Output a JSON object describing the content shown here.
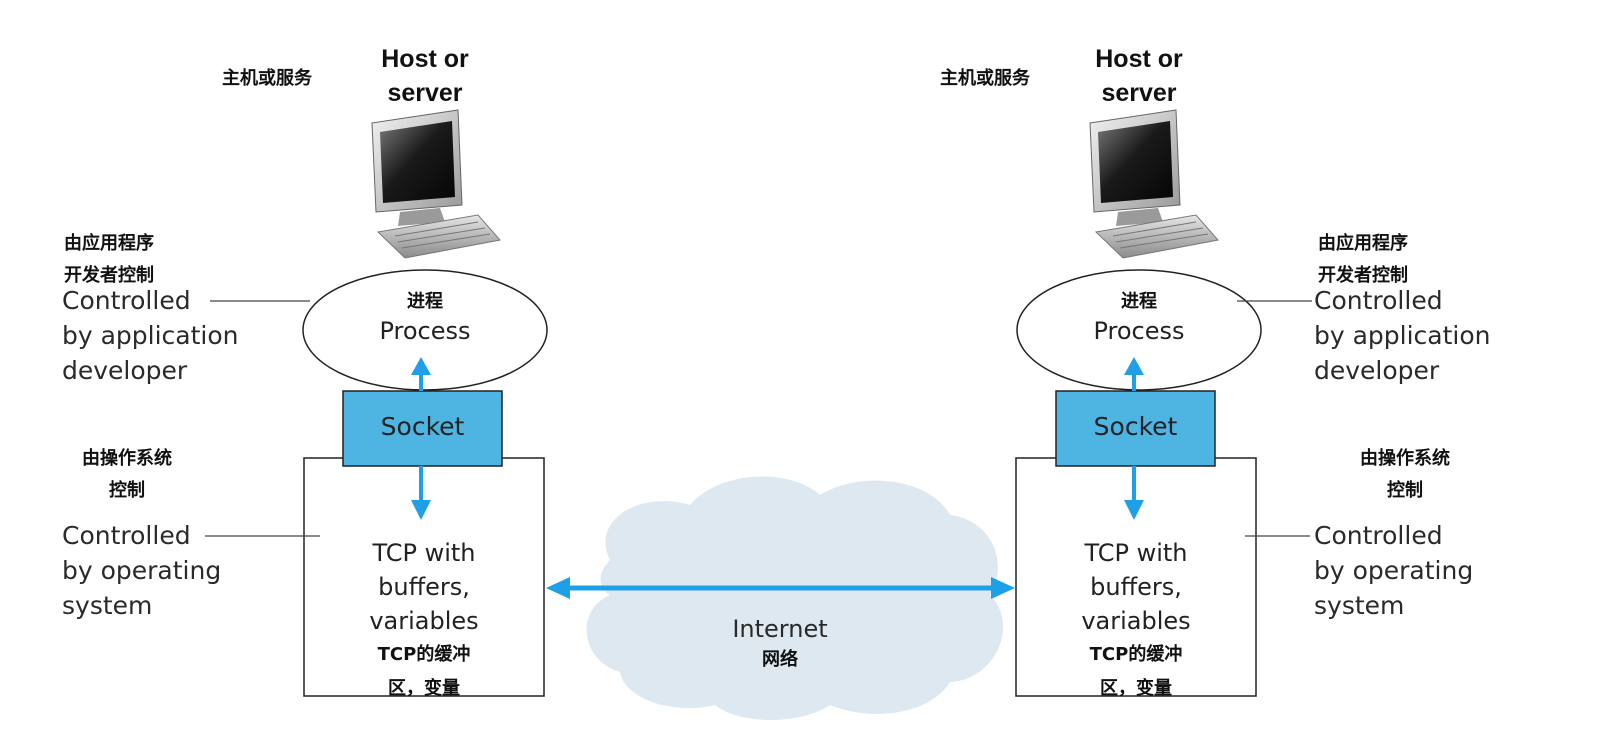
{
  "host_label_cn": "主机或服务",
  "host_label_en": [
    "Host or",
    "server"
  ],
  "app_control_cn": [
    "由应用程序",
    "开发者控制"
  ],
  "app_control_en": [
    "Controlled",
    "by application",
    "developer"
  ],
  "process_cn": "进程",
  "process_en": "Process",
  "socket_label": "Socket",
  "os_control_cn": [
    "由操作系统",
    "控制"
  ],
  "os_control_en": [
    "Controlled",
    "by operating",
    "system"
  ],
  "tcp_en": [
    "TCP with",
    "buffers,",
    "variables"
  ],
  "tcp_cn": [
    "TCP的缓冲",
    "区，变量"
  ],
  "internet_en": "Internet",
  "internet_cn": "网络",
  "colors": {
    "socket_fill": "#4eb4e2",
    "arrow": "#1f9fe6",
    "cloud": "#dde8f1"
  }
}
